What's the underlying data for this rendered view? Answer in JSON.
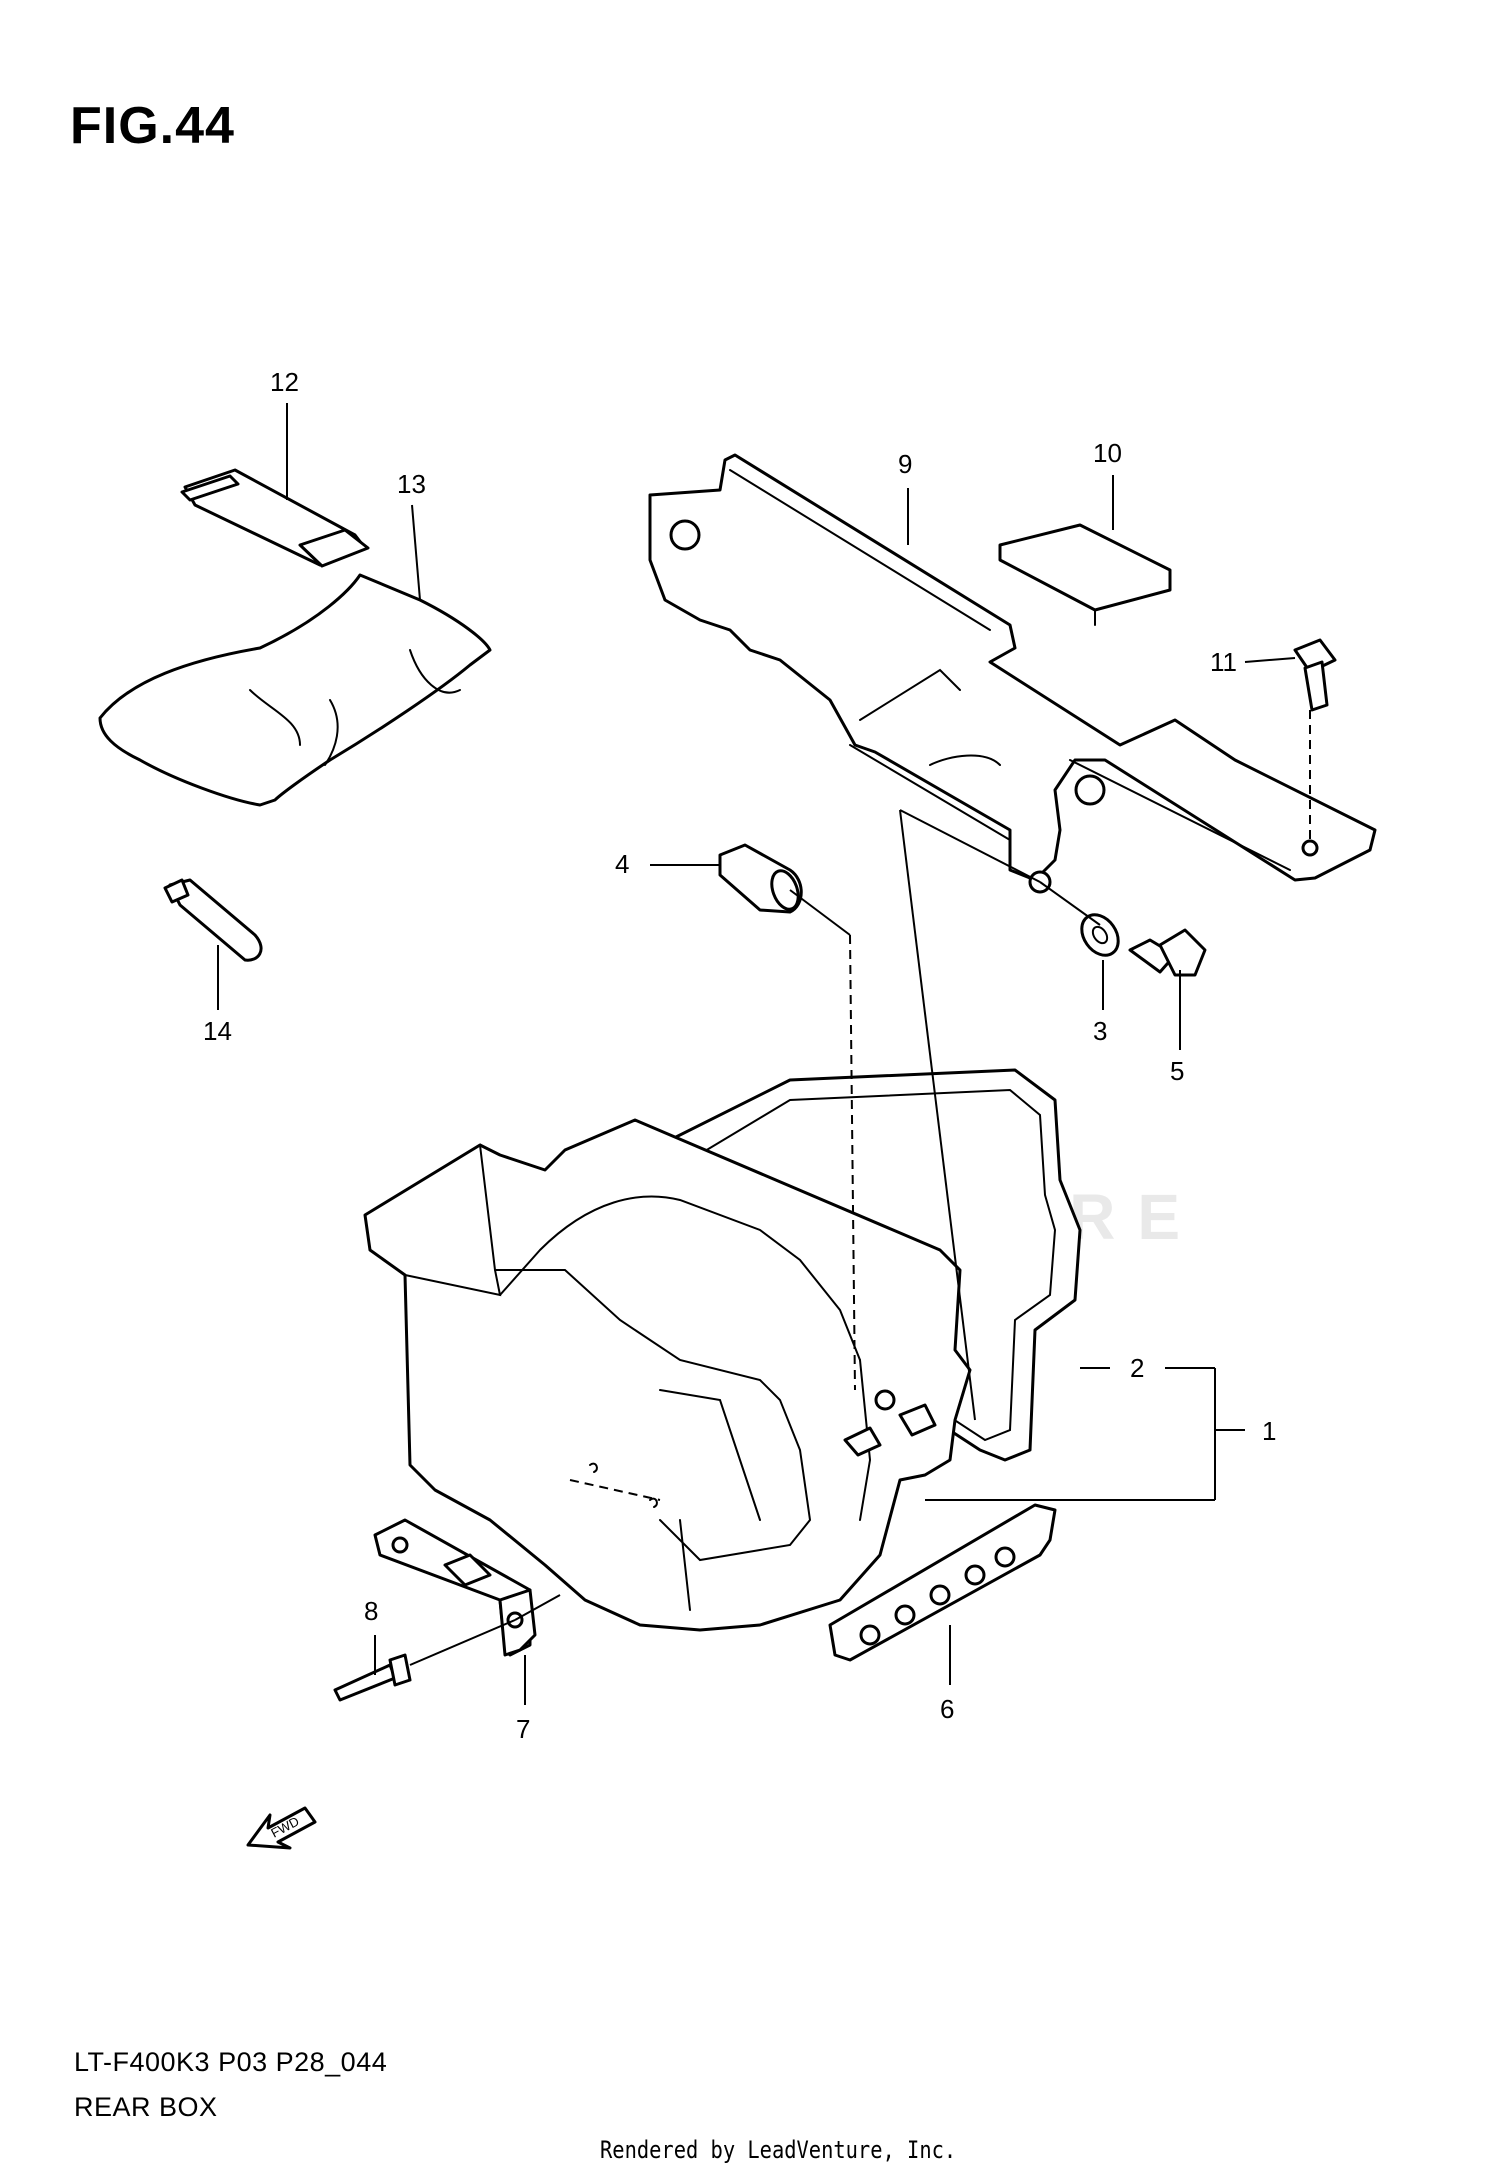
{
  "figure": {
    "title": "FIG.44",
    "code": "LT-F400K3 P03 P28_044",
    "name": "REAR BOX",
    "footer": "Rendered by LeadVenture, Inc.",
    "watermark": "LEADVENTURE",
    "forward_arrow_label": "FWD"
  },
  "callouts": [
    {
      "id": "c1",
      "label": "1"
    },
    {
      "id": "c2",
      "label": "2"
    },
    {
      "id": "c3",
      "label": "3"
    },
    {
      "id": "c4",
      "label": "4"
    },
    {
      "id": "c5",
      "label": "5"
    },
    {
      "id": "c6",
      "label": "6"
    },
    {
      "id": "c7",
      "label": "7"
    },
    {
      "id": "c8",
      "label": "8"
    },
    {
      "id": "c9",
      "label": "9"
    },
    {
      "id": "c10",
      "label": "10"
    },
    {
      "id": "c11",
      "label": "11"
    },
    {
      "id": "c12",
      "label": "12"
    },
    {
      "id": "c13",
      "label": "13"
    },
    {
      "id": "c14",
      "label": "14"
    }
  ]
}
